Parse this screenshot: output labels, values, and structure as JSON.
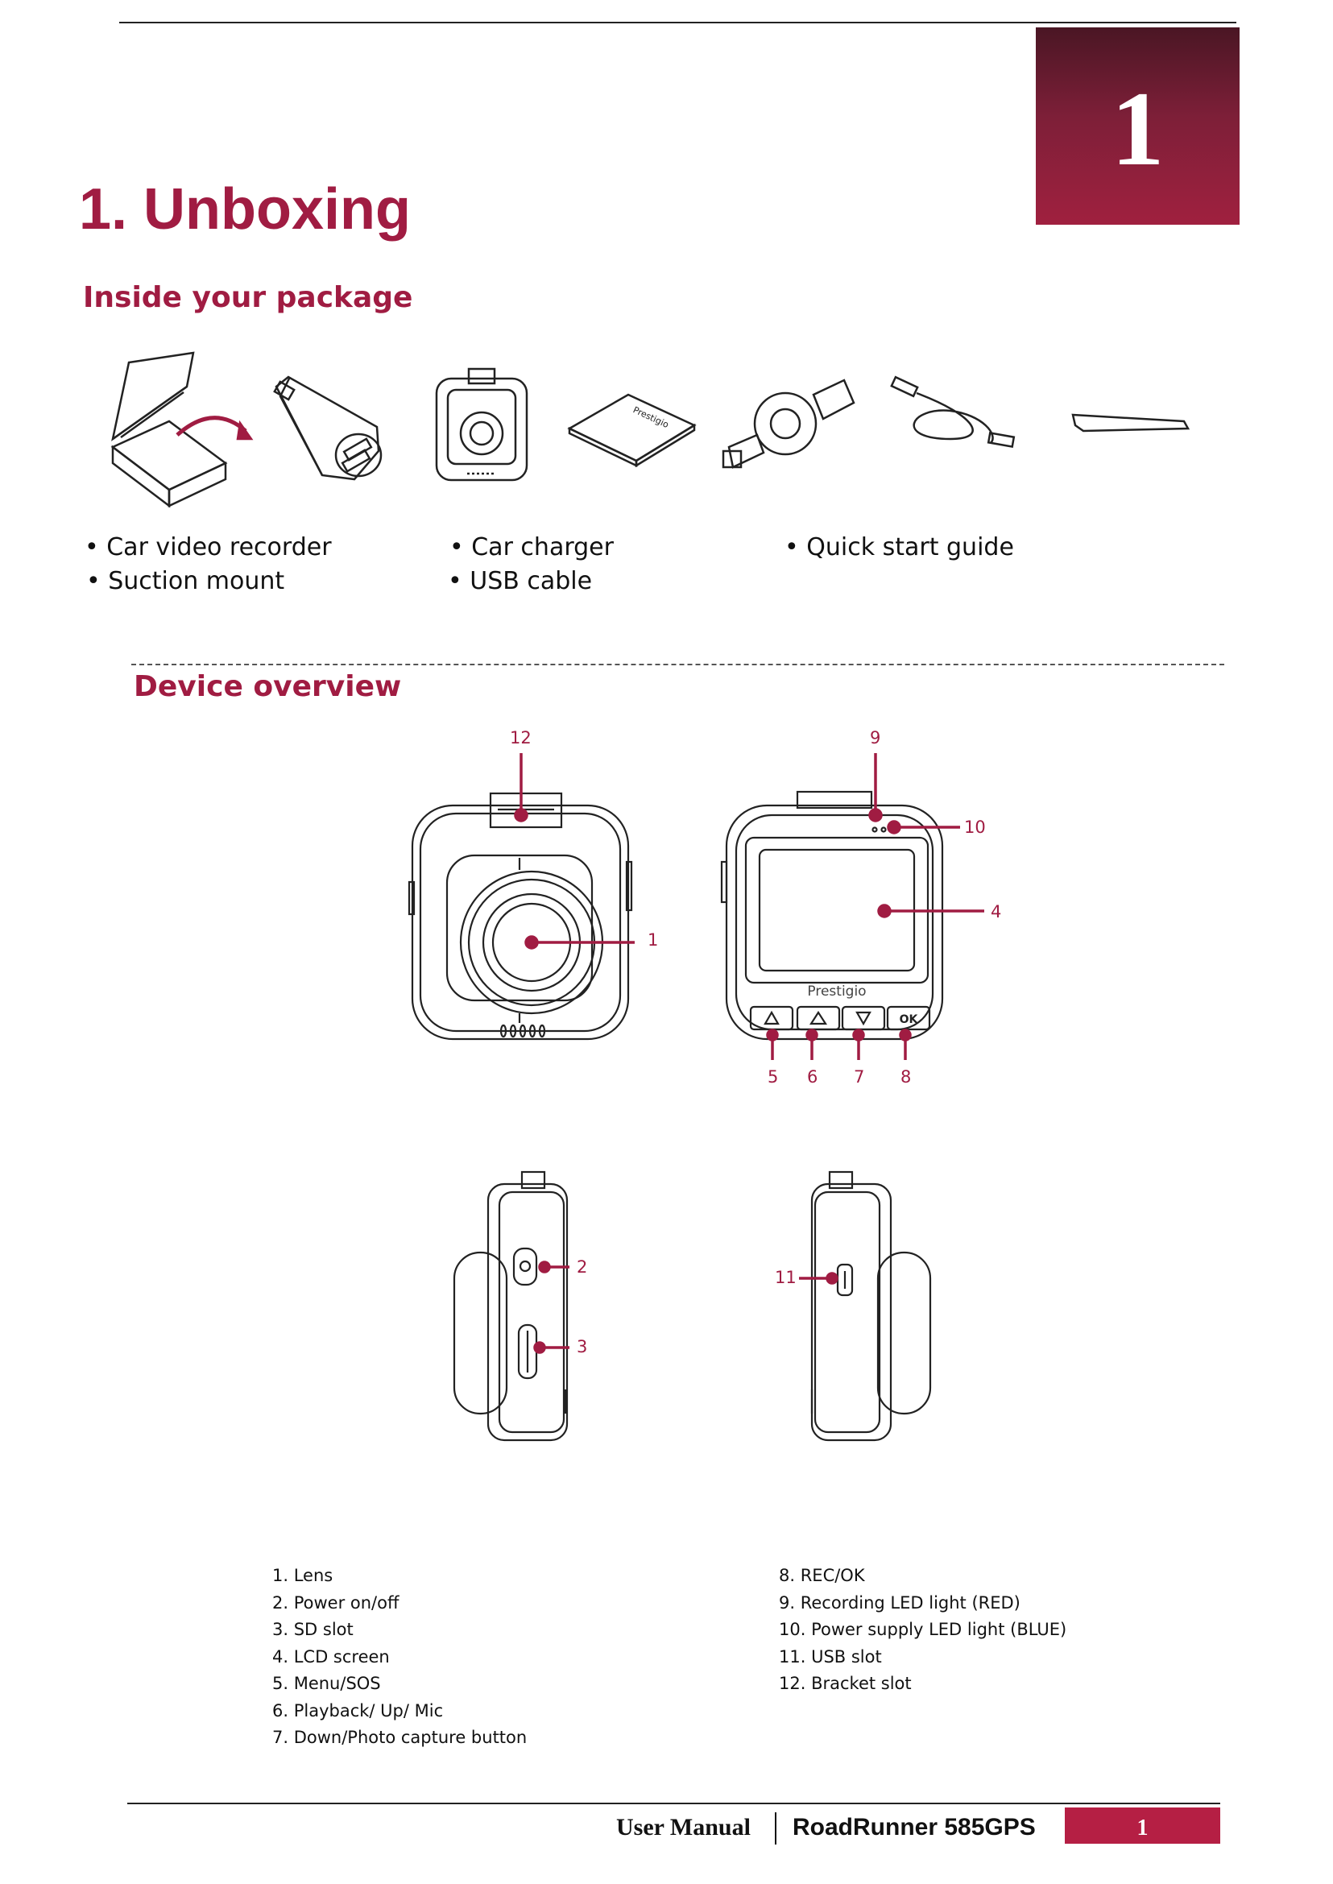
{
  "header": {
    "chapter_number": "1"
  },
  "title": "1. Unboxing",
  "package": {
    "heading": "Inside your package",
    "items": [
      "Car video recorder",
      "Car charger",
      "Quick start guide",
      "Suction mount",
      "USB cable"
    ],
    "booklet_brand": "Prestigio"
  },
  "overview": {
    "heading": "Device overview",
    "brand": "Prestigio",
    "button_ok": "OK",
    "callouts": [
      "1",
      "2",
      "3",
      "4",
      "5",
      "6",
      "7",
      "8",
      "9",
      "10",
      "11",
      "12"
    ],
    "legend": [
      "1.  Lens",
      "2.  Power on/off",
      "3.  SD slot",
      "4.  LCD screen",
      "5.  Menu/SOS",
      "6.  Playback/ Up/ Mic",
      "7.  Down/Photo capture button",
      "8.  REC/OK",
      "9.  Recording LED light (RED)",
      "10. Power supply LED light (BLUE)",
      "11. USB slot",
      "12. Bracket slot"
    ]
  },
  "footer": {
    "manual": "User Manual",
    "model": "RoadRunner 585GPS",
    "page": "1"
  },
  "colors": {
    "accent": "#a01c42",
    "footer_box": "#b51f44"
  }
}
